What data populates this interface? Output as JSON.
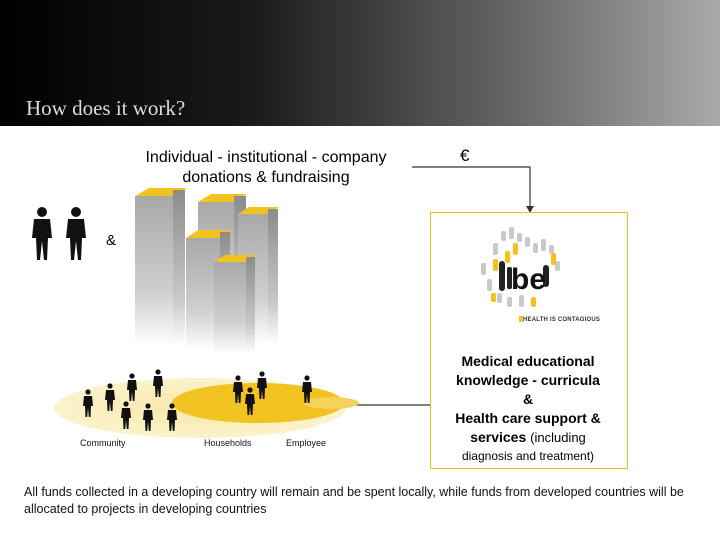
{
  "header": {
    "title": "How does it work?"
  },
  "donations": {
    "line1": "Individual - institutional - company",
    "line2": "donations & fundraising"
  },
  "symbols": {
    "euro": "€",
    "ampersand": "&"
  },
  "logo": {
    "tagline": "HEALTH IS CONTAGIOUS"
  },
  "medical": {
    "line1": "Medical educational",
    "line2": "knowledge - curricula",
    "line3": "&",
    "line4": "Health care support &",
    "line5": "services",
    "line5_suffix": "(including",
    "line6": "diagnosis and treatment)"
  },
  "levels": {
    "community": "Community",
    "households": "Households",
    "employee": "Employee"
  },
  "footer": {
    "text": "All funds collected in a developing country will remain and be spent locally, while funds from developed countries will be allocated to projects in developing countries"
  },
  "colors": {
    "accent": "#f2c220",
    "accent_light": "#f8e79c",
    "pillar": "#b5b5b5"
  }
}
